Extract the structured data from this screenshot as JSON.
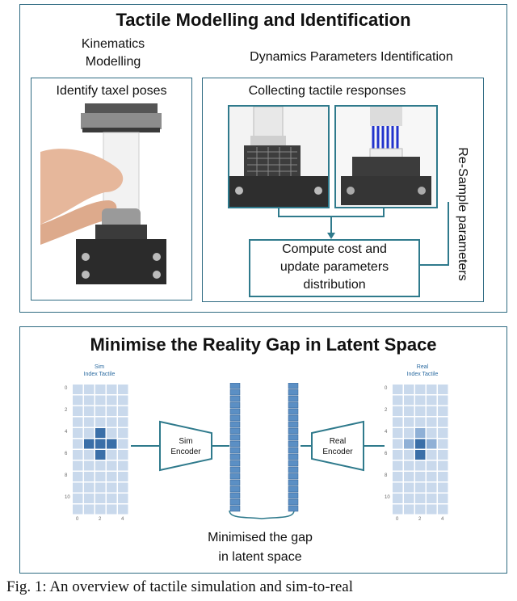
{
  "top_panel": {
    "title": "Tactile Modelling and Identification",
    "kinematics_heading": "Kinematics\nModelling",
    "dynamics_heading": "Dynamics Parameters Identification",
    "left_box_label": "Identify taxel poses",
    "right_box_label": "Collecting tactile responses",
    "compute_box": "Compute cost and\nupdate parameters\ndistribution",
    "resample_label": "Re-Sample parameters"
  },
  "bottom_panel": {
    "title": "Minimise the Reality Gap in Latent Space",
    "sim_heatmap_title": "Sim\nIndex Tactile",
    "real_heatmap_title": "Real\nIndex Tactile",
    "sim_encoder": "Sim\nEncoder",
    "real_encoder": "Real\nEncoder",
    "gap_label": "Minimised the gap\nin latent space",
    "y_ticks": [
      "0",
      "2",
      "4",
      "6",
      "8",
      "10"
    ],
    "x_ticks": [
      "0",
      "2",
      "4"
    ]
  },
  "caption": "Fig. 1: An overview of tactile simulation and sim-to-real",
  "colors": {
    "frame": "#2f6b82",
    "heat_light": "#c9d9ec",
    "heat_dark": "#3a6fa8",
    "heat_mid": "#8fb0d6",
    "latent": "#5b8fc4"
  }
}
